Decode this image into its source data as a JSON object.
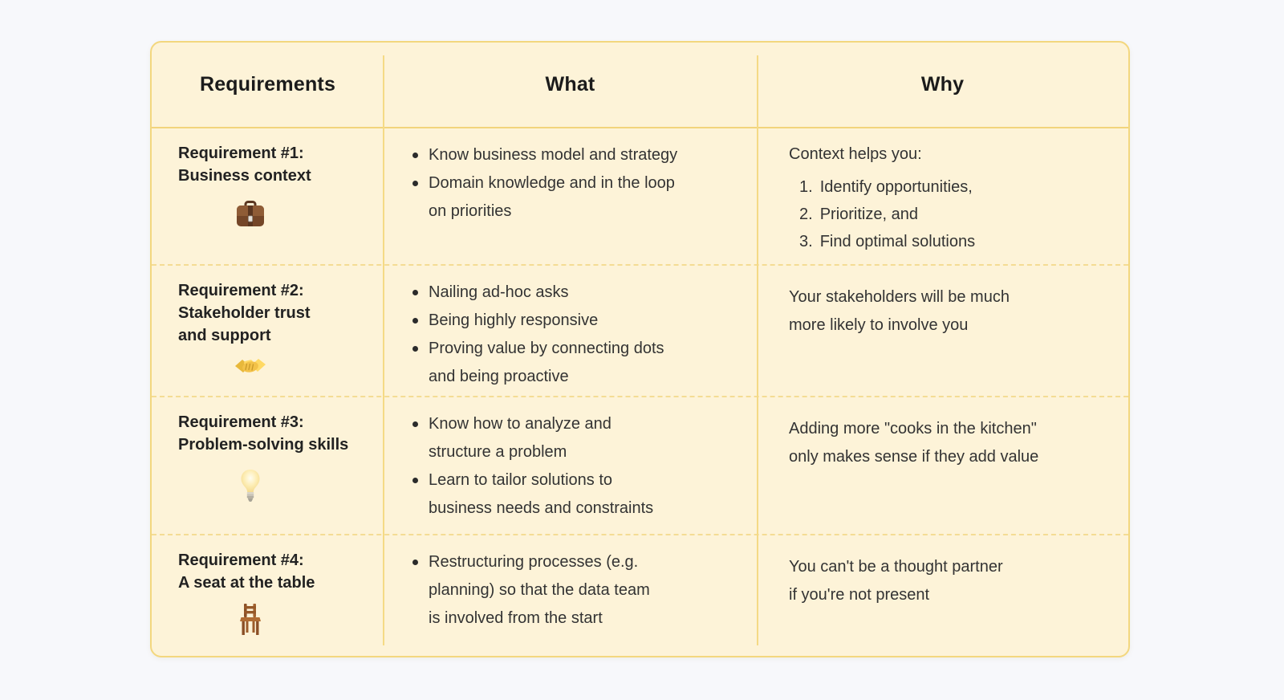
{
  "page": {
    "background": "#f7f8fb"
  },
  "card": {
    "background": "#fdf3d8",
    "border_color": "#f3d77e",
    "dashed_divider_color": "#f4dc94"
  },
  "headers": {
    "requirements": "Requirements",
    "what": "What",
    "why": "Why"
  },
  "rows": [
    {
      "req_lines": [
        "Requirement #1:",
        "Business context"
      ],
      "icon": "briefcase-icon",
      "what_bullets": [
        {
          "lines": [
            "Know business model and strategy"
          ]
        },
        {
          "lines": [
            "Domain knowledge and in the loop",
            "on priorities"
          ]
        }
      ],
      "why_intro": "Context helps you:",
      "why_numbered": [
        {
          "num": "1.",
          "text": "Identify opportunities,"
        },
        {
          "num": "2.",
          "text": "Prioritize, and"
        },
        {
          "num": "3.",
          "text": "Find optimal solutions"
        }
      ]
    },
    {
      "req_lines": [
        "Requirement #2:",
        "Stakeholder trust",
        "and support"
      ],
      "icon": "handshake-icon",
      "what_bullets": [
        {
          "lines": [
            "Nailing ad-hoc asks"
          ]
        },
        {
          "lines": [
            "Being highly responsive"
          ]
        },
        {
          "lines": [
            "Proving value by connecting dots",
            "and being proactive"
          ]
        }
      ],
      "why_lines": [
        "Your stakeholders will be much",
        "more likely to involve you"
      ]
    },
    {
      "req_lines": [
        "Requirement #3:",
        "Problem-solving skills"
      ],
      "icon": "lightbulb-icon",
      "what_bullets": [
        {
          "lines": [
            "Know how to analyze and",
            "structure a problem"
          ]
        },
        {
          "lines": [
            "Learn to tailor solutions to",
            "business needs and constraints"
          ]
        }
      ],
      "why_lines": [
        "Adding more \"cooks in the kitchen\"",
        "only makes sense if they add value"
      ]
    },
    {
      "req_lines": [
        "Requirement #4:",
        "A seat at the table"
      ],
      "icon": "chair-icon",
      "what_bullets": [
        {
          "lines": [
            "Restructuring processes (e.g.",
            "planning) so that the data team",
            "is involved from the start"
          ]
        }
      ],
      "why_lines": [
        "You can't be a thought partner",
        "if you're not present"
      ]
    }
  ]
}
